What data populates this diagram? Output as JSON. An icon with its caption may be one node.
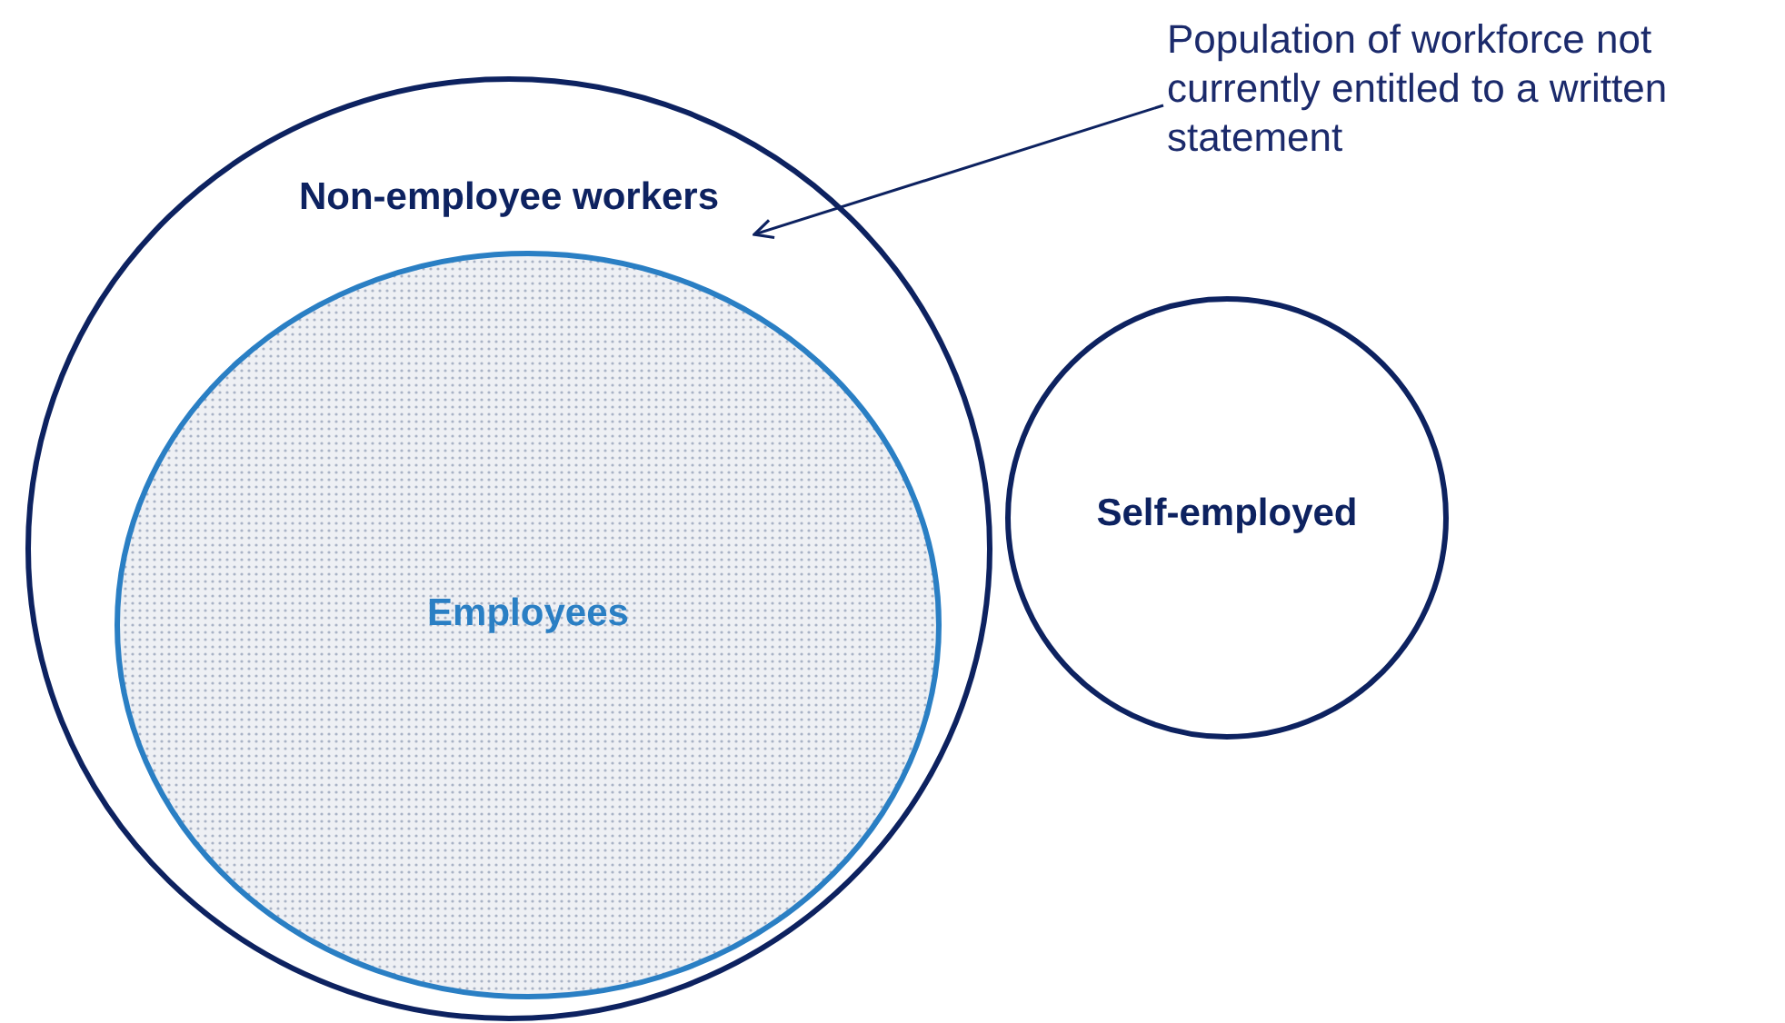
{
  "diagram": {
    "nodes": [
      {
        "text": [
          "Non-employee workers"
        ]
      },
      {
        "text": [
          "Employees"
        ],
        "in": 0
      },
      {
        "text": [
          "Self-employed"
        ]
      },
      {
        "text": [
          "Population of workforce not currently entitled to a written statement"
        ]
      }
    ],
    "edges": [
      {
        "from": 3,
        "to": 0,
        "arrow": "to"
      }
    ]
  }
}
